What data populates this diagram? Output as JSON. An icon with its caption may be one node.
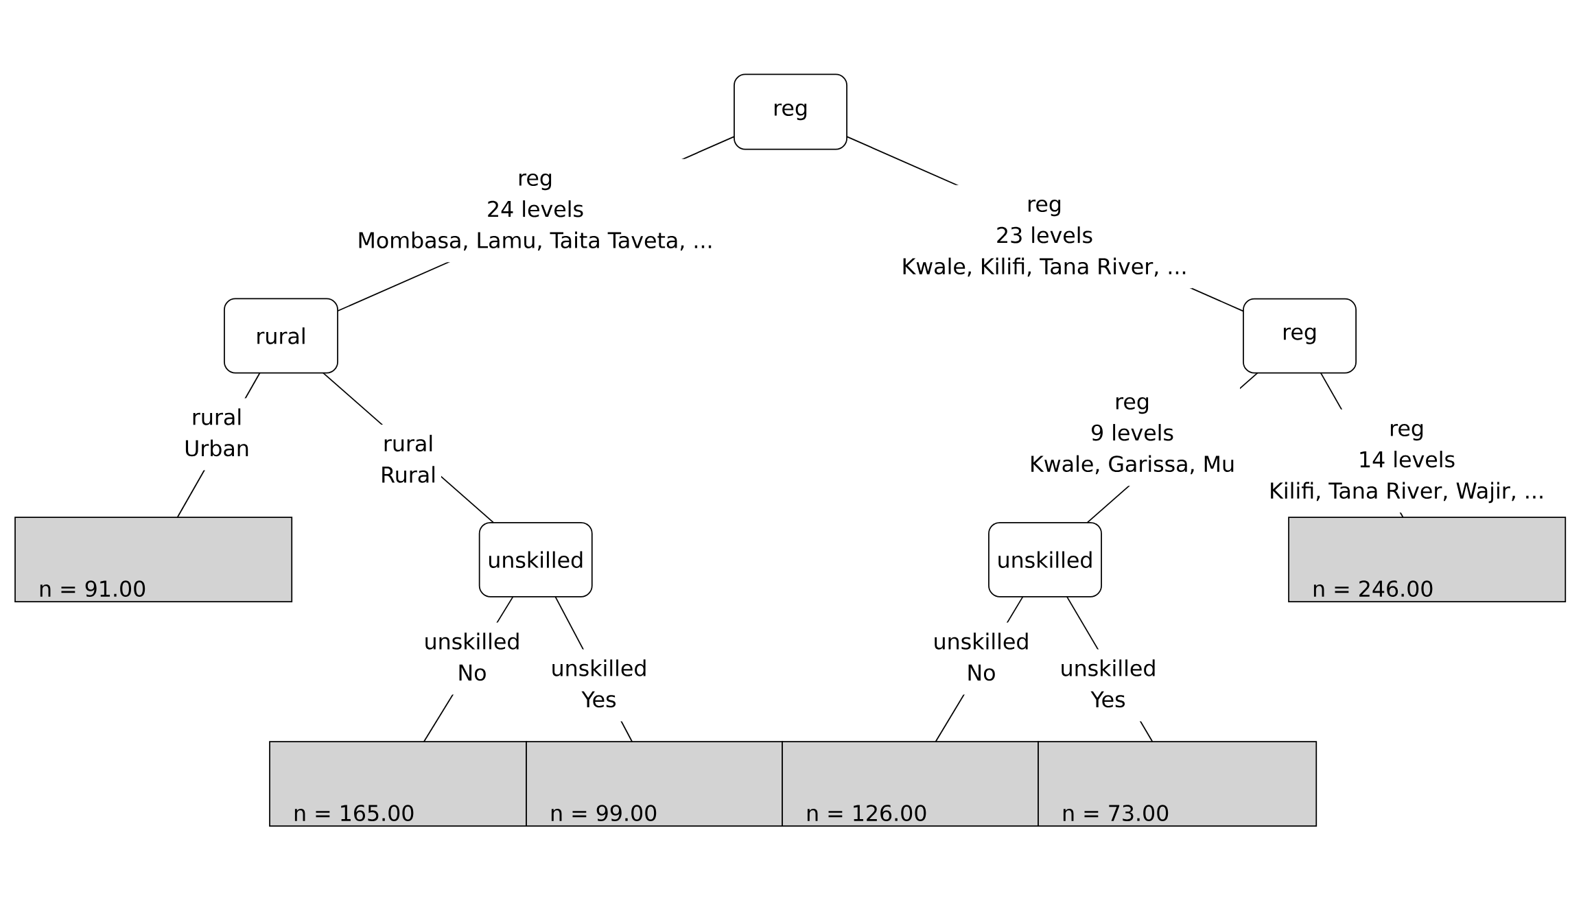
{
  "diagram": {
    "nodes": [
      {
        "text": [
          "reg"
        ]
      },
      {
        "text": [
          "rural"
        ]
      },
      {
        "text": [
          "reg"
        ]
      },
      {
        "text": [
          "n = 91.00"
        ]
      },
      {
        "text": [
          "unskilled"
        ]
      },
      {
        "text": [
          "unskilled"
        ]
      },
      {
        "text": [
          "n = 246.00"
        ]
      },
      {
        "text": [
          "n = 165.00"
        ]
      },
      {
        "text": [
          "n = 99.00"
        ]
      },
      {
        "text": [
          "n = 126.00"
        ]
      },
      {
        "text": [
          "n = 73.00"
        ]
      }
    ],
    "edges": [
      {
        "from": 0,
        "to": 1,
        "arrow": "none",
        "label": "reg 24 levels Mombasa, Lamu, Taita Taveta, ..."
      },
      {
        "from": 0,
        "to": 2,
        "arrow": "none",
        "label": "reg 23 levels Kwale, Kilifi, Tana River, ..."
      },
      {
        "from": 1,
        "to": 3,
        "arrow": "none",
        "label": "rural Urban"
      },
      {
        "from": 1,
        "to": 4,
        "arrow": "none",
        "label": "rural Rural"
      },
      {
        "from": 2,
        "to": 5,
        "arrow": "none",
        "label": "reg 9 levels Kwale, Garissa, Mu"
      },
      {
        "from": 2,
        "to": 6,
        "arrow": "none",
        "label": "reg 14 levels Kilifi, Tana River, Wajir, ..."
      },
      {
        "from": 4,
        "to": 7,
        "arrow": "none",
        "label": "unskilled No"
      },
      {
        "from": 4,
        "to": 8,
        "arrow": "none",
        "label": "unskilled Yes"
      },
      {
        "from": 5,
        "to": 9,
        "arrow": "none",
        "label": "unskilled No"
      },
      {
        "from": 5,
        "to": 10,
        "arrow": "none",
        "label": "unskilled Yes"
      }
    ]
  }
}
